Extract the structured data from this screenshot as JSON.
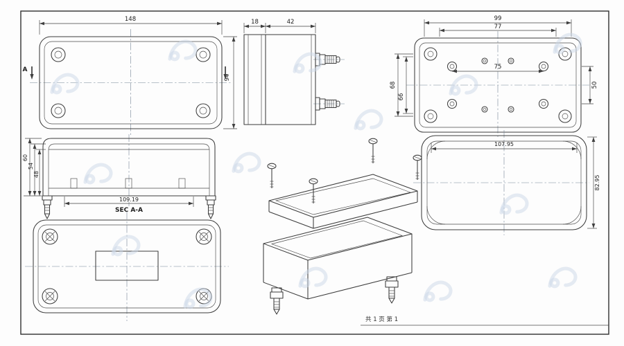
{
  "sheet": {
    "footer": "共 1 页  第 1",
    "line_color": "#3b3b3b",
    "watermark_color": "#cbd8e7"
  },
  "lid_top": {
    "width": "148",
    "height": "94",
    "section_label": "A"
  },
  "side": {
    "lid_depth": "18",
    "base_depth": "42"
  },
  "base_top": {
    "outer_span": "99",
    "inner_span": "77",
    "boss_span": "75",
    "left_outer": "68",
    "left_inner": "66",
    "right_span": "50"
  },
  "section_aa": {
    "label": "SEC A-A",
    "inner_width": "109.19",
    "outer_height": "60",
    "mid_height": "54",
    "inner_height": "48"
  },
  "lid_face": {
    "width": "107.95",
    "height": "82.95"
  }
}
